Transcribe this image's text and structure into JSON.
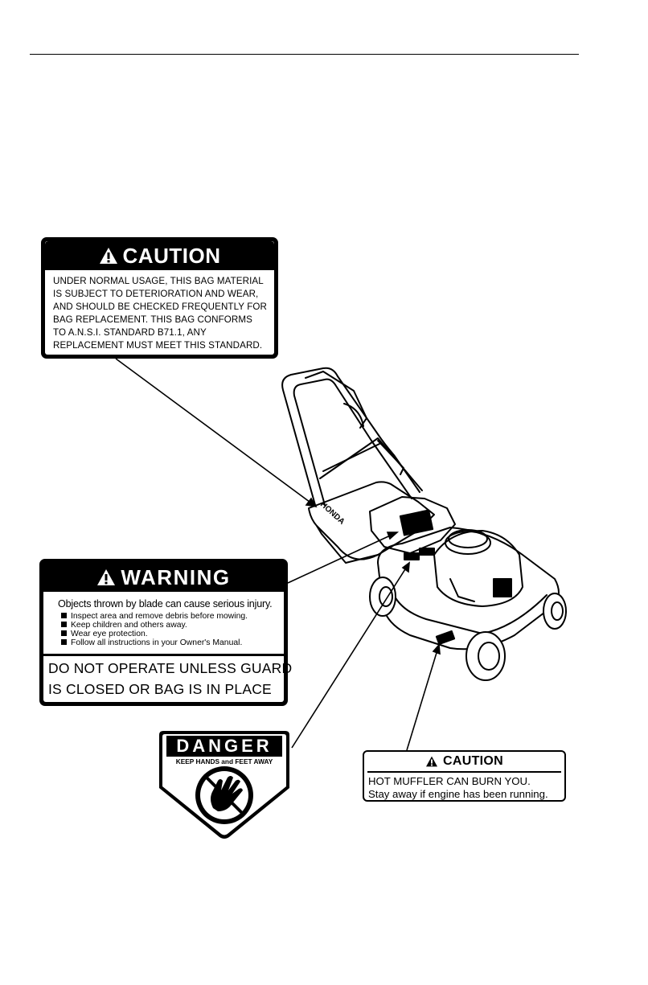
{
  "caution_bag": {
    "heading": "CAUTION",
    "lines": [
      "UNDER NORMAL USAGE, THIS BAG MATERIAL",
      "IS SUBJECT TO DETERIORATION AND WEAR,",
      "AND SHOULD BE CHECKED FREQUENTLY FOR",
      "BAG REPLACEMENT. THIS BAG CONFORMS",
      "TO A.N.S.I. STANDARD B71.1, ANY",
      "REPLACEMENT MUST MEET THIS STANDARD."
    ]
  },
  "mower": {
    "brand": "HONDA"
  },
  "warning": {
    "heading": "WARNING",
    "lead": "Objects thrown by blade can cause serious injury.",
    "items": [
      "Inspect area and remove debris before mowing.",
      "Keep children and others away.",
      "Wear eye protection.",
      "Follow all instructions in your Owner's Manual."
    ],
    "notice_line1": "DO NOT OPERATE UNLESS GUARD",
    "notice_line2": "IS CLOSED OR BAG IS IN PLACE"
  },
  "danger": {
    "heading": "DANGER",
    "subheading": "KEEP HANDS and FEET AWAY"
  },
  "caution_muffler": {
    "heading": "CAUTION",
    "line1": "HOT MUFFLER CAN BURN YOU.",
    "line2": "Stay away if engine has been running."
  }
}
